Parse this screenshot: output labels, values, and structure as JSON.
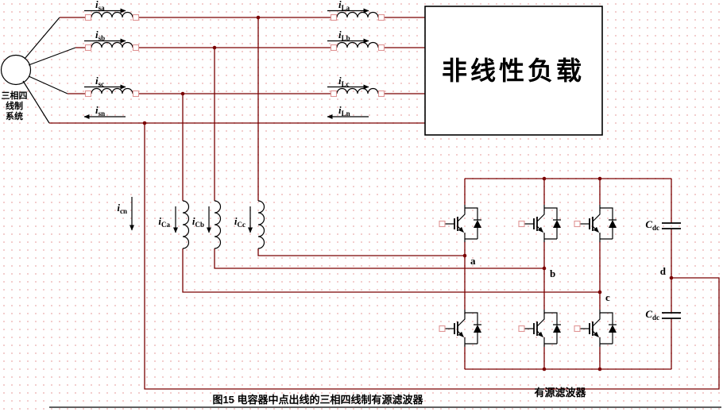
{
  "meta": {
    "caption": "图15  电容器中点出线的三相四线制有源滤波器"
  },
  "source": {
    "line1": "三相四",
    "line2": "线制",
    "line3": "系统"
  },
  "load": {
    "label": "非线性负载"
  },
  "filter": {
    "label": "有源滤波器"
  },
  "currents": {
    "sa": {
      "base": "i",
      "sub": "sa"
    },
    "sb": {
      "base": "i",
      "sub": "sb"
    },
    "sc": {
      "base": "i",
      "sub": "sc"
    },
    "sn": {
      "base": "i",
      "sub": "sn"
    },
    "La": {
      "base": "i",
      "sub": "La"
    },
    "Lb": {
      "base": "i",
      "sub": "Lb"
    },
    "Lc": {
      "base": "i",
      "sub": "Lc"
    },
    "Ln": {
      "base": "i",
      "sub": "Ln"
    },
    "Ca": {
      "base": "i",
      "sub": "Ca"
    },
    "Cb": {
      "base": "i",
      "sub": "Cb"
    },
    "Cc": {
      "base": "i",
      "sub": "Cc"
    },
    "cn": {
      "base": "i",
      "sub": "cn"
    }
  },
  "caps": {
    "top": {
      "base": "C",
      "sub": "dc"
    },
    "bottom": {
      "base": "C",
      "sub": "dc"
    }
  },
  "nodes": {
    "a": "a",
    "b": "b",
    "c": "c",
    "d": "d"
  },
  "colors": {
    "wire": "#7a0101",
    "component": "#000000",
    "pad_border": "#e09494",
    "grid_dot": "#f2c9c9"
  }
}
